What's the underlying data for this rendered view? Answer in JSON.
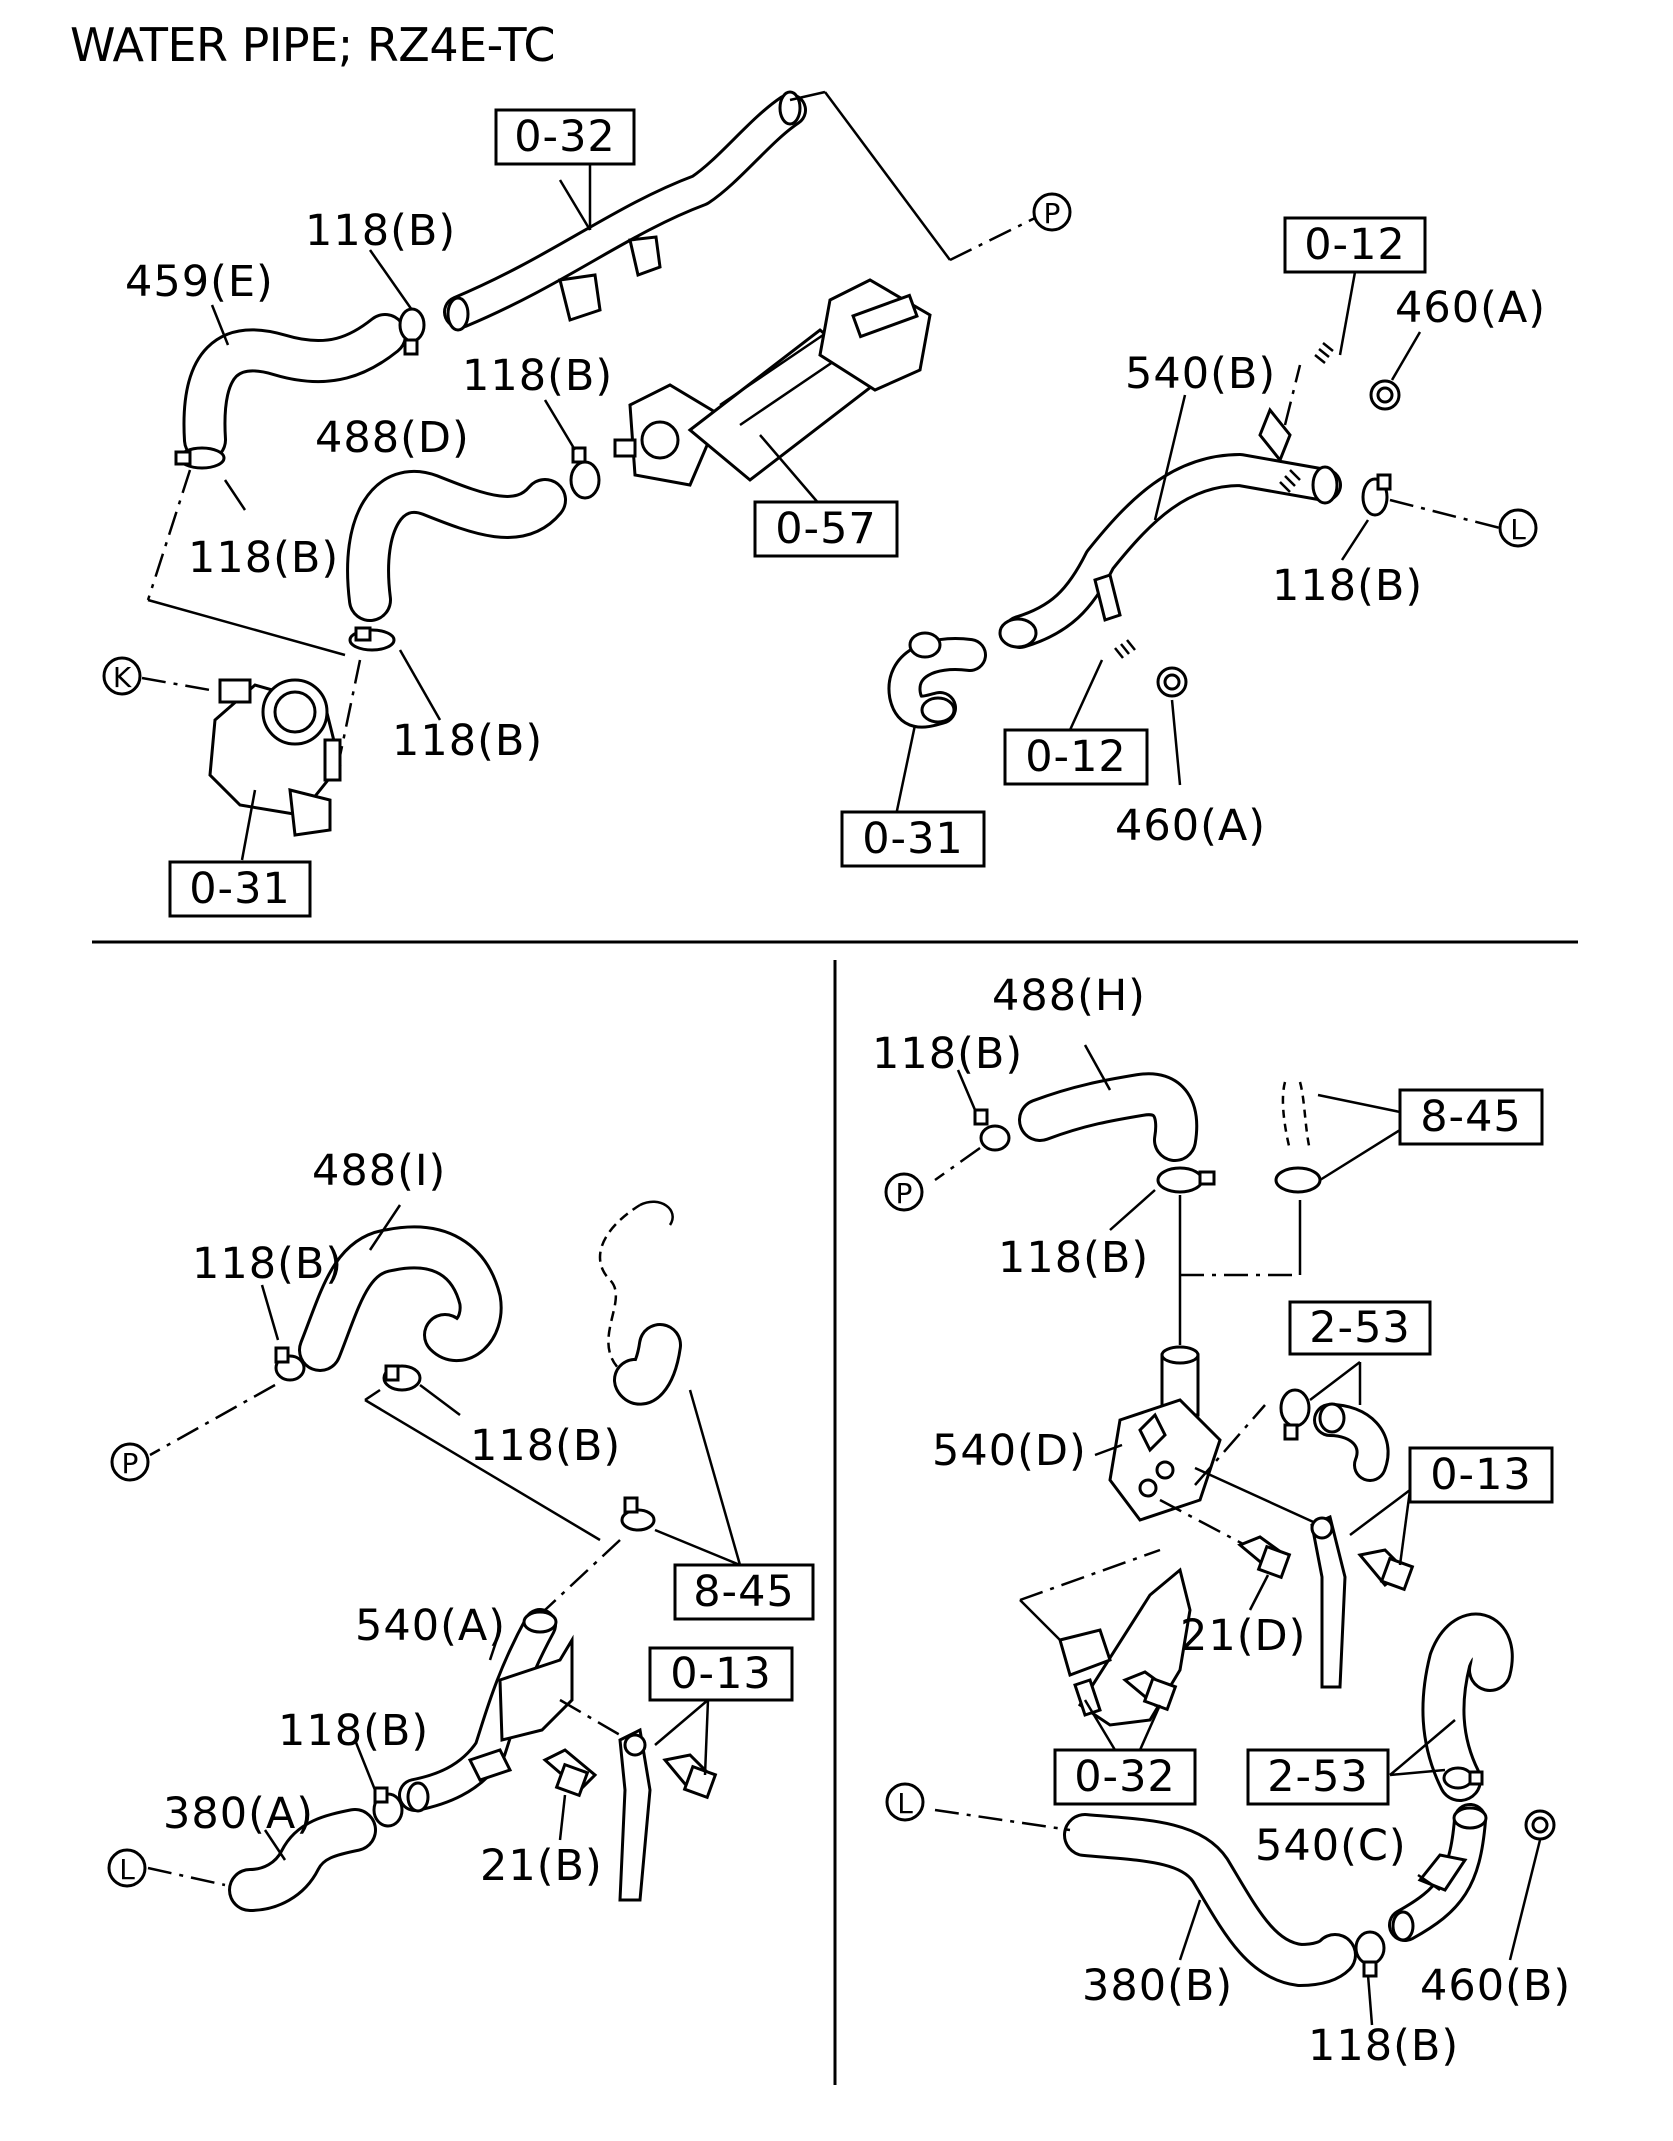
{
  "title": "WATER PIPE; RZ4E-TC",
  "callouts": {
    "c_0_32_top": "0-32",
    "c_0_12_top": "0-12",
    "c_0_57": "0-57",
    "c_0_12_mid": "0-12",
    "c_0_31_right": "0-31",
    "c_0_31_left": "0-31",
    "c_8_45_left": "8-45",
    "c_0_13_left": "0-13",
    "c_8_45_right": "8-45",
    "c_2_53_top": "2-53",
    "c_0_13_right": "0-13",
    "c_0_32_bottom": "0-32",
    "c_2_53_bottom": "2-53"
  },
  "labels": {
    "l_118b_1": "118(B)",
    "l_459e": "459(E)",
    "l_118b_2": "118(B)",
    "l_488d": "488(D)",
    "l_118b_3": "118(B)",
    "l_118b_4": "118(B)",
    "l_460a_top": "460(A)",
    "l_540b": "540(B)",
    "l_118b_5": "118(B)",
    "l_460a_bot": "460(A)",
    "l_488i": "488(I)",
    "l_118b_6": "118(B)",
    "l_118b_7": "118(B)",
    "l_540a": "540(A)",
    "l_118b_8": "118(B)",
    "l_380a": "380(A)",
    "l_21b": "21(B)",
    "l_488h": "488(H)",
    "l_118b_9": "118(B)",
    "l_118b_10": "118(B)",
    "l_540d": "540(D)",
    "l_21d": "21(D)",
    "l_540c": "540(C)",
    "l_380b": "380(B)",
    "l_460b": "460(B)",
    "l_118b_11": "118(B)"
  },
  "connectors": {
    "P": "P",
    "L": "L",
    "K": "K"
  }
}
